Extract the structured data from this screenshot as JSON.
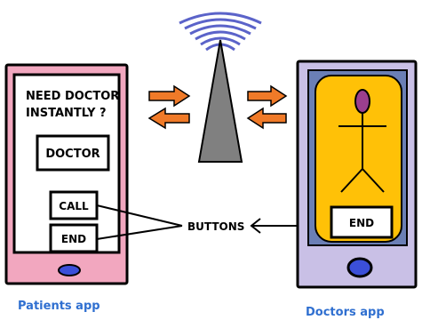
{
  "patient_phone": {
    "headline_line1": "NEED DOCTOR",
    "headline_line2": "INSTANTLY ?",
    "doctor_button": "DOCTOR",
    "call_button": "CALL",
    "end_button": "END",
    "caption": "Patients app"
  },
  "doctor_phone": {
    "end_button": "END",
    "caption": "Doctors app"
  },
  "center": {
    "buttons_label": "BUTTONS"
  },
  "colors": {
    "patient_frame": "#f2a7bf",
    "doctor_frame_outer": "#c9c0e6",
    "doctor_frame_inner": "#6b7fb5",
    "doctor_screen": "#ffc107",
    "tower": "#808080",
    "signal_waves": "#5b63c9",
    "arrows": "#f07a28",
    "home_button": "#3b4fd9",
    "head": "#9b3f8e",
    "caption_text": "#2f6fd0"
  }
}
